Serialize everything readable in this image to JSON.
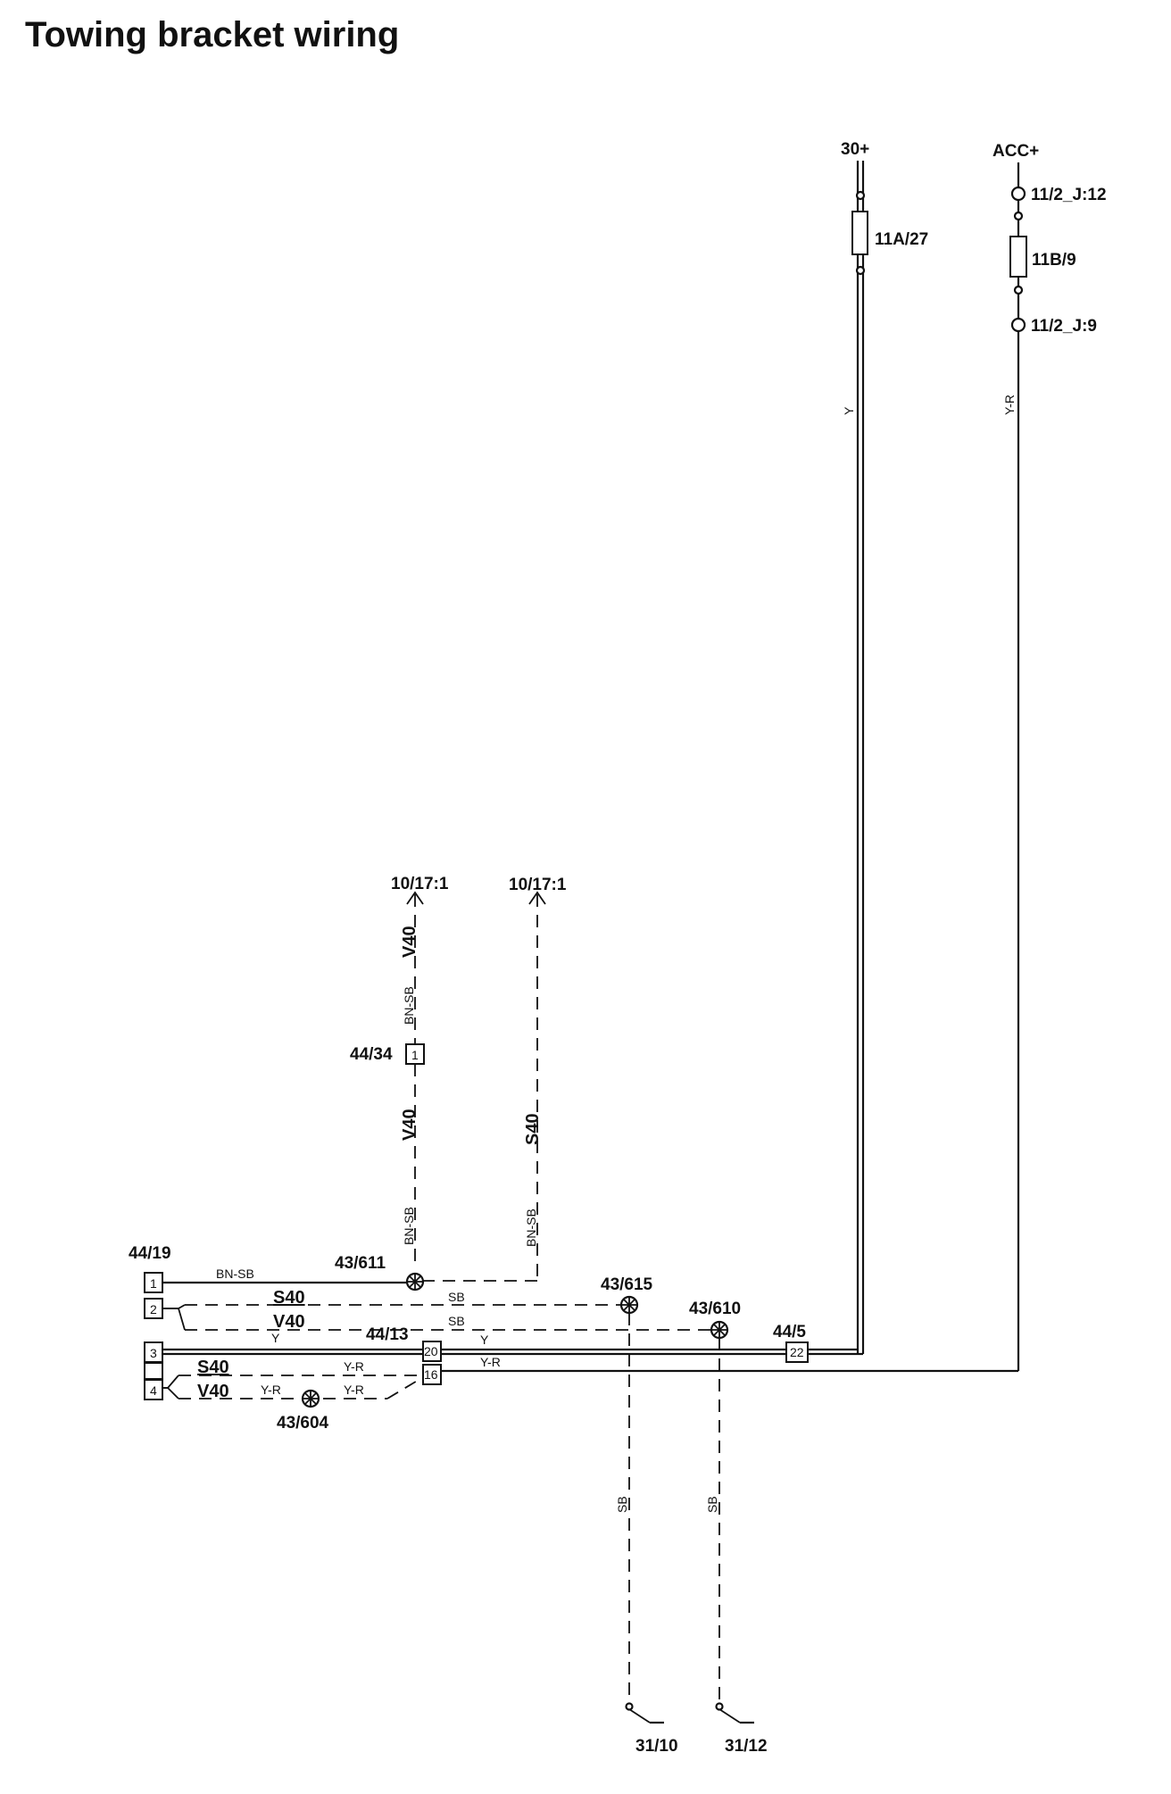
{
  "title": "Towing bracket wiring",
  "power": {
    "battery": "30+",
    "accessory": "ACC+"
  },
  "fuses": {
    "f1": "11A/27",
    "f2": "11B/9"
  },
  "connectors_top": {
    "c1": "11/2_J:12",
    "c2": "11/2_J:9"
  },
  "references": {
    "ref_a": "10/17:1",
    "ref_b": "10/17:1"
  },
  "connectors": {
    "c4434": "44/34",
    "c4419": "44/19",
    "c4413": "44/13",
    "c445": "44/5"
  },
  "splices": {
    "s611": "43/611",
    "s615": "43/615",
    "s610": "43/610",
    "s604": "43/604"
  },
  "grounds": {
    "g1": "31/10",
    "g2": "31/12"
  },
  "pins": {
    "p4434": "1",
    "p4419": [
      "1",
      "2",
      "3",
      "4"
    ],
    "p4413_a": "20",
    "p4413_b": "16",
    "p445": "22"
  },
  "wire_colors": {
    "y": "Y",
    "yr": "Y-R",
    "bnsb": "BN-SB",
    "sb": "SB"
  },
  "variants": {
    "v40": "V40",
    "s40": "S40"
  }
}
